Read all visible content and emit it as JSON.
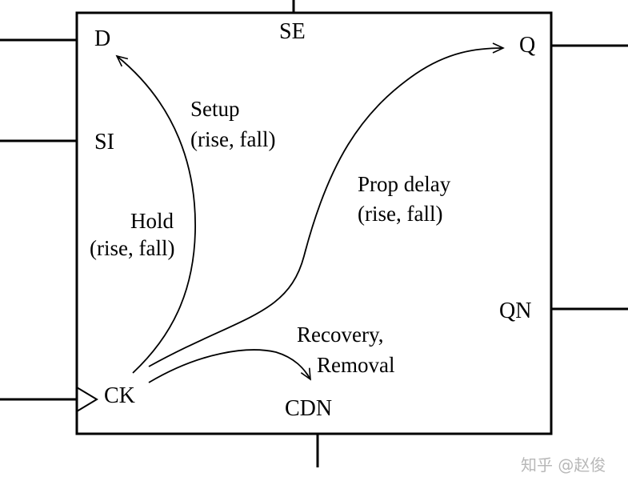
{
  "pins": {
    "d": "D",
    "se": "SE",
    "q": "Q",
    "si": "SI",
    "qn": "QN",
    "ck": "CK",
    "cdn": "CDN"
  },
  "arcs": {
    "setup": {
      "line1": "Setup",
      "line2": "(rise, fall)"
    },
    "hold": {
      "line1": "Hold",
      "line2": "(rise, fall)"
    },
    "prop_delay": {
      "line1": "Prop delay",
      "line2": "(rise, fall)"
    },
    "recovery": {
      "line1": "Recovery,",
      "line2": "Removal"
    }
  },
  "watermark": "知乎 @赵俊",
  "colors": {
    "stroke": "#000000",
    "background": "#ffffff",
    "watermark": "#b8b8b8"
  }
}
